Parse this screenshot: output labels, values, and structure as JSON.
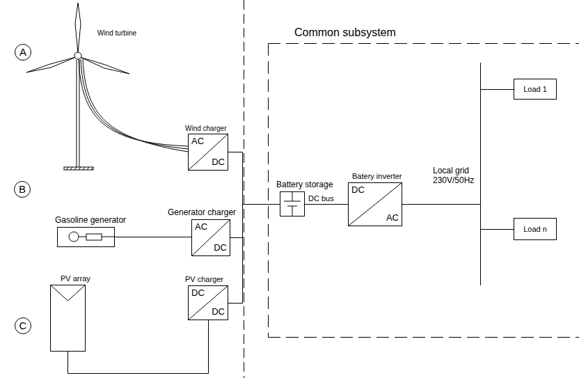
{
  "diagram": {
    "nodes": [
      {
        "text": [
          "A"
        ]
      },
      {
        "text": [
          "Wind charger",
          "AC",
          "DC"
        ]
      },
      {
        "text": [
          "B"
        ]
      },
      {
        "text": [
          "Gasoline generator"
        ]
      },
      {
        "text": [
          "Generator charger",
          "AC",
          "DC"
        ]
      },
      {
        "text": [
          "C"
        ]
      },
      {
        "text": [
          "PV array"
        ]
      },
      {
        "text": [
          "PV charger",
          "DC",
          "DC"
        ]
      },
      {
        "text": [
          "Common subsystem"
        ]
      },
      {
        "text": [
          "Battery storage"
        ],
        "in": 8
      },
      {
        "text": [
          "Batery inverter",
          "DC",
          "AC"
        ],
        "in": 8
      },
      {
        "text": [
          "Load 1"
        ],
        "in": 8
      },
      {
        "text": [
          "Load n"
        ],
        "in": 8
      }
    ],
    "edges": [
      {
        "from": 1,
        "to": 9,
        "arrow": "none"
      },
      {
        "from": 4,
        "to": 9,
        "arrow": "none"
      },
      {
        "from": 7,
        "to": 9,
        "arrow": "none"
      },
      {
        "from": 3,
        "to": 4,
        "arrow": "none"
      },
      {
        "from": 6,
        "to": 7,
        "arrow": "none"
      },
      {
        "from": 9,
        "to": 10,
        "label": "DC bus",
        "arrow": "none"
      },
      {
        "from": 10,
        "to": 11,
        "arrow": "none"
      },
      {
        "from": 10,
        "to": 12,
        "arrow": "none"
      }
    ],
    "labels": [
      "Wind turbine",
      "Local grid 230V/50Hz"
    ]
  }
}
